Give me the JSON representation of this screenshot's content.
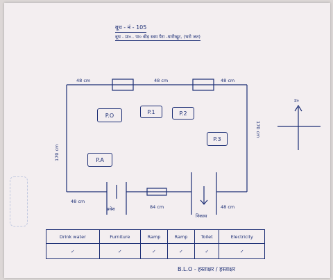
{
  "header": {
    "line1": "बूथ - नं - 105",
    "line2": "बूथ - प्रा०.. पा० बीड़ स्वम पैरा -धारीखूट, (भरो जत)"
  },
  "plan": {
    "top_dims": [
      "48 cm",
      "48 cm",
      "48 cm"
    ],
    "side_dims": [
      "170 cm",
      "170 cm"
    ],
    "bottom_dims": [
      "48 cm",
      "84 cm",
      "48 cm"
    ],
    "room_labels": [
      "P.O",
      "P.1",
      "P.2",
      "P.3",
      "P.A"
    ],
    "door_labels": [
      "प्रवेश",
      "निकास"
    ],
    "north_label": "उ०"
  },
  "checklist": {
    "headers": [
      "Drink water",
      "Furniture",
      "Ramp",
      "Toilet",
      "Electricity"
    ],
    "ticks": [
      "✓",
      "✓",
      "✓",
      "✓",
      "✓",
      "✓"
    ]
  },
  "signature": "B.L.O - हस्ताक्षर / हस्ताक्षर"
}
